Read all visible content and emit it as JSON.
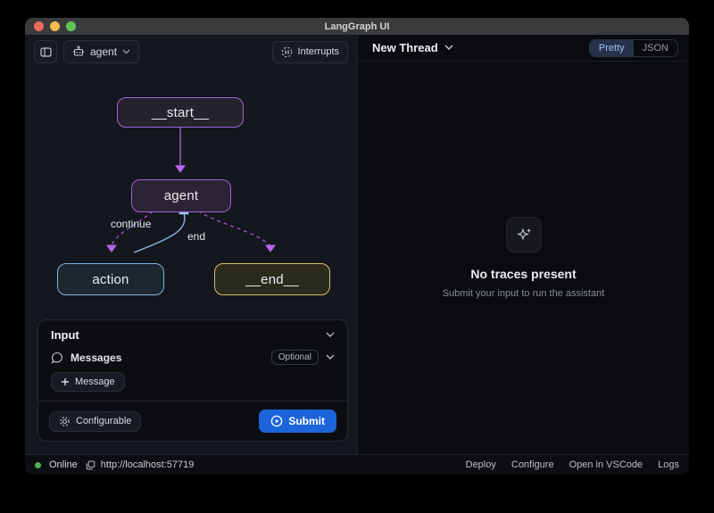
{
  "window": {
    "title": "LangGraph UI"
  },
  "toolbar": {
    "graph_selector": {
      "label": "agent"
    },
    "interrupts_label": "Interrupts"
  },
  "graph": {
    "nodes": [
      {
        "id": "start",
        "label": "__start__",
        "border_color": "#a263d6"
      },
      {
        "id": "agent",
        "label": "agent",
        "border_color": "#a263d6"
      },
      {
        "id": "action",
        "label": "action",
        "border_color": "#7eb2e0"
      },
      {
        "id": "end",
        "label": "__end__",
        "border_color": "#d9bd66"
      }
    ],
    "edges": [
      {
        "from": "__start__",
        "to": "agent",
        "label": "",
        "style": "solid",
        "color": "#a263d6"
      },
      {
        "from": "agent",
        "to": "action",
        "label": "continue",
        "style": "dashed",
        "color": "#a558d2"
      },
      {
        "from": "agent",
        "to": "__end__",
        "label": "end",
        "style": "dashed",
        "color": "#a558d2"
      },
      {
        "from": "action",
        "to": "agent",
        "label": "",
        "style": "solid",
        "color": "#8cb6e4"
      }
    ]
  },
  "input_panel": {
    "title": "Input",
    "messages_label": "Messages",
    "optional_badge": "Optional",
    "add_message_label": "Message",
    "configurable_label": "Configurable",
    "submit_label": "Submit"
  },
  "thread_panel": {
    "header": "New Thread",
    "view_toggle": {
      "options": [
        "Pretty",
        "JSON"
      ],
      "selected": "Pretty"
    },
    "empty_state": {
      "title": "No traces present",
      "subtitle": "Submit your input to run the assistant"
    }
  },
  "status_bar": {
    "online_label": "Online",
    "url": "http://localhost:57719",
    "links": [
      "Deploy",
      "Configure",
      "Open in VSCode",
      "Logs"
    ]
  },
  "colors": {
    "accent_blue": "#1c64d9",
    "purple_edge": "#a558d2",
    "blue_edge": "#8cb6e4",
    "yellow_node": "#d9bd66",
    "online_green": "#4cb157"
  }
}
